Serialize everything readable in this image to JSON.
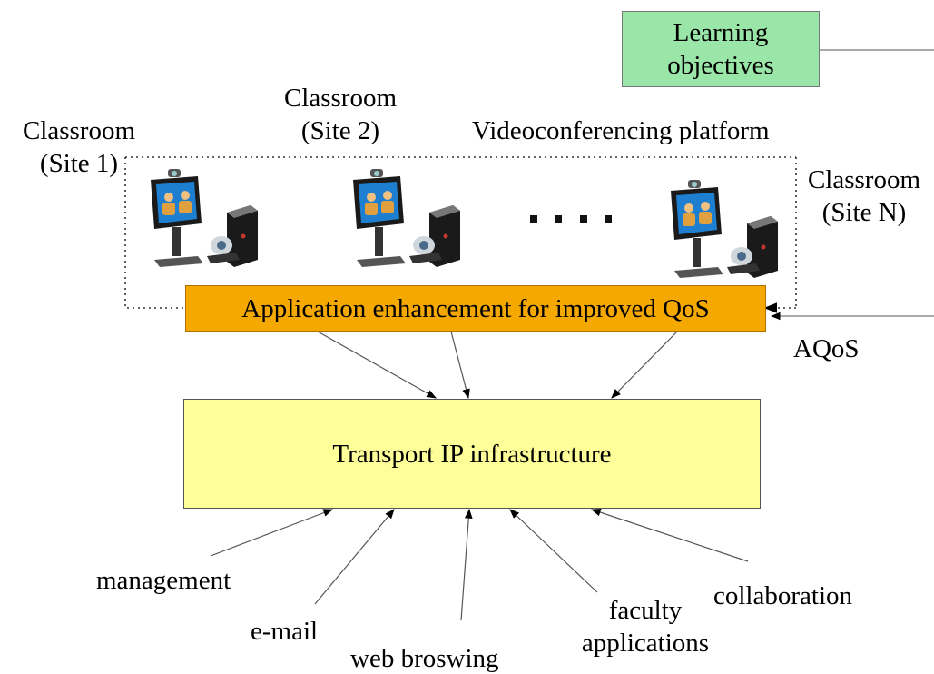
{
  "learning_objectives": {
    "line1": "Learning",
    "line2": "objectives"
  },
  "site1": {
    "line1": "Classroom",
    "line2": "(Site 1)"
  },
  "site2": {
    "line1": "Classroom",
    "line2": "(Site 2)"
  },
  "siteN": {
    "line1": "Classroom",
    "line2": "(Site N)"
  },
  "platform_label": "Videoconferencing platform",
  "enhancement_box": "Application enhancement for improved QoS",
  "aqos_label": "AQoS",
  "transport_box": "Transport IP infrastructure",
  "traffic_sources": {
    "management": "management",
    "email": "e-mail",
    "web": "web broswing",
    "faculty": {
      "line1": "faculty",
      "line2": "applications"
    },
    "collaboration": "collaboration"
  },
  "colors": {
    "learning_fill": "#99e6a8",
    "enhancement_fill": "#f5a800",
    "transport_fill": "#ffff99",
    "screen_blue": "#1e7fd0",
    "terminal_dark": "#1a1a1a"
  },
  "icons": [
    "videoconferencing-terminal-icon"
  ]
}
